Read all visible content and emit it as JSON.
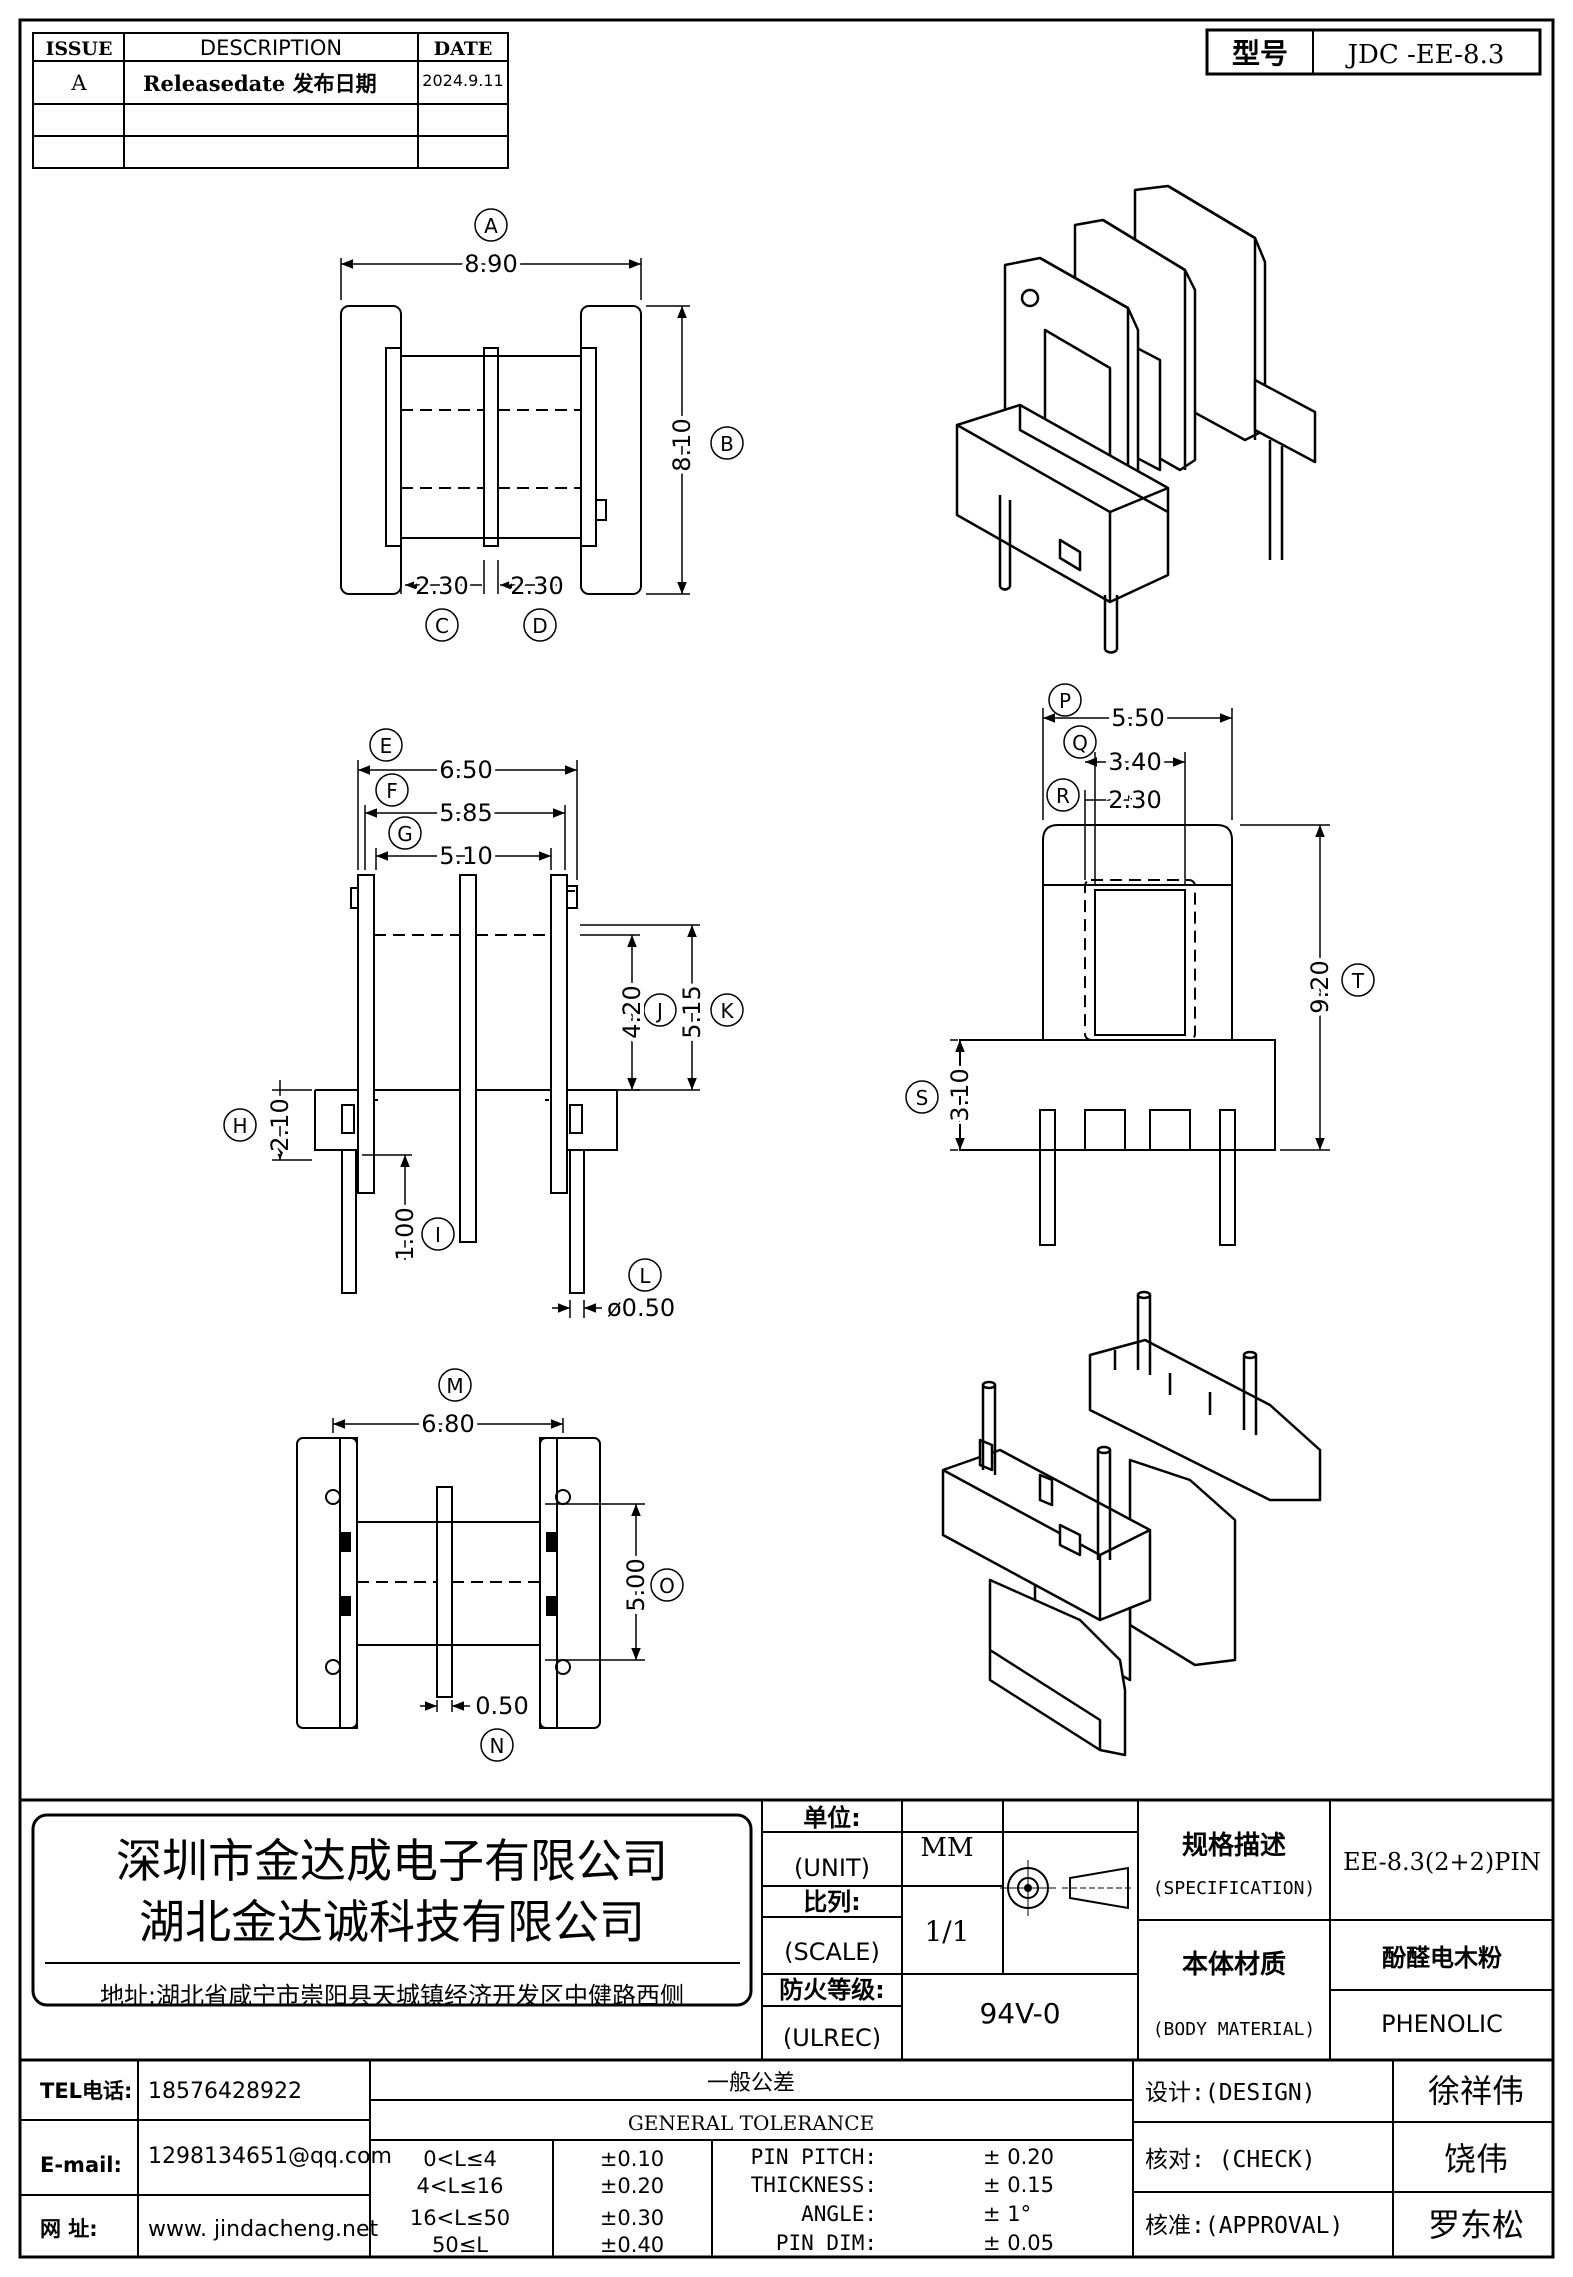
{
  "revision": {
    "headers": {
      "issue": "ISSUE",
      "description": "DESCRIPTION",
      "date": "DATE"
    },
    "rows": [
      {
        "issue": "A",
        "description": "Releasedate 发布日期",
        "date": "2024.9.11"
      }
    ]
  },
  "model": {
    "label": "型号",
    "value": "JDC -EE-8.3"
  },
  "views": {
    "top": {
      "A": "8.90",
      "B": "8.10",
      "C": "2.30",
      "D": "2.30",
      "markers": {
        "A": "A",
        "B": "B",
        "C": "C",
        "D": "D"
      }
    },
    "front": {
      "E": "6.50",
      "F": "5.85",
      "G": "5.10",
      "H": "2.10",
      "I": "1.00",
      "J": "4.20",
      "K": "5.15",
      "L": "ø0.50",
      "markers": {
        "E": "E",
        "F": "F",
        "G": "G",
        "H": "H",
        "I": "I",
        "J": "J",
        "K": "K",
        "L": "L"
      }
    },
    "side": {
      "P": "5.50",
      "Q": "3.40",
      "R": "2.30",
      "S": "3.10",
      "T": "9.20",
      "markers": {
        "P": "P",
        "Q": "Q",
        "R": "R",
        "S": "S",
        "T": "T"
      }
    },
    "bottom": {
      "M": "6.80",
      "O": "5.00",
      "N": "0.50",
      "markers": {
        "M": "M",
        "O": "O",
        "N": "N"
      }
    }
  },
  "company": {
    "name_1": "深圳市金达成电子有限公司",
    "name_2": "湖北金达诚科技有限公司",
    "address": "地址:湖北省咸宁市崇阳县天城镇经济开发区中健路西侧"
  },
  "titleblock": {
    "unit_label_cn": "单位:",
    "unit_label_en": "(UNIT)",
    "unit_value": "MM",
    "scale_label_cn": "比列:",
    "scale_label_en": "(SCALE)",
    "scale_value": "1/1",
    "fire_label_cn": "防火等级:",
    "fire_label_en": "(ULREC)",
    "fire_value": "94V-0",
    "spec_label_cn": "规格描述",
    "spec_label_en": "(SPECIFICATION)",
    "spec_value": "EE-8.3(2+2)PIN",
    "material_label_cn": "本体材质",
    "material_label_en": "(BODY MATERIAL)",
    "material_value_cn": "酚醛电木粉",
    "material_value_en": "PHENOLIC"
  },
  "contact": {
    "tel_label": "TEL电话:",
    "tel_value": "18576428922",
    "email_label": "E-mail:",
    "email_value": "1298134651@qq.com",
    "web_label": "网  址:",
    "web_value": "www. jindacheng.net"
  },
  "tolerance": {
    "title_cn": "一般公差",
    "title_en": "GENERAL TOLERANCE",
    "ranges": [
      {
        "range": "0<L≤4",
        "value": "±0.10"
      },
      {
        "range": "4<L≤16",
        "value": "±0.20"
      },
      {
        "range": "16<L≤50",
        "value": "±0.30"
      },
      {
        "range": "50≤L",
        "value": "±0.40"
      }
    ],
    "items": [
      {
        "label": "PIN PITCH:",
        "value": "± 0.20"
      },
      {
        "label": "THICKNESS:",
        "value": "± 0.15"
      },
      {
        "label": "ANGLE:",
        "value": "± 1°"
      },
      {
        "label": "PIN DIM:",
        "value": "± 0.05"
      }
    ]
  },
  "approvals": [
    {
      "label": "设计:(DESIGN)",
      "name": "徐祥伟"
    },
    {
      "label": "核对: (CHECK)",
      "name": "饶伟"
    },
    {
      "label": "核准:(APPROVAL)",
      "name": "罗东松"
    }
  ]
}
